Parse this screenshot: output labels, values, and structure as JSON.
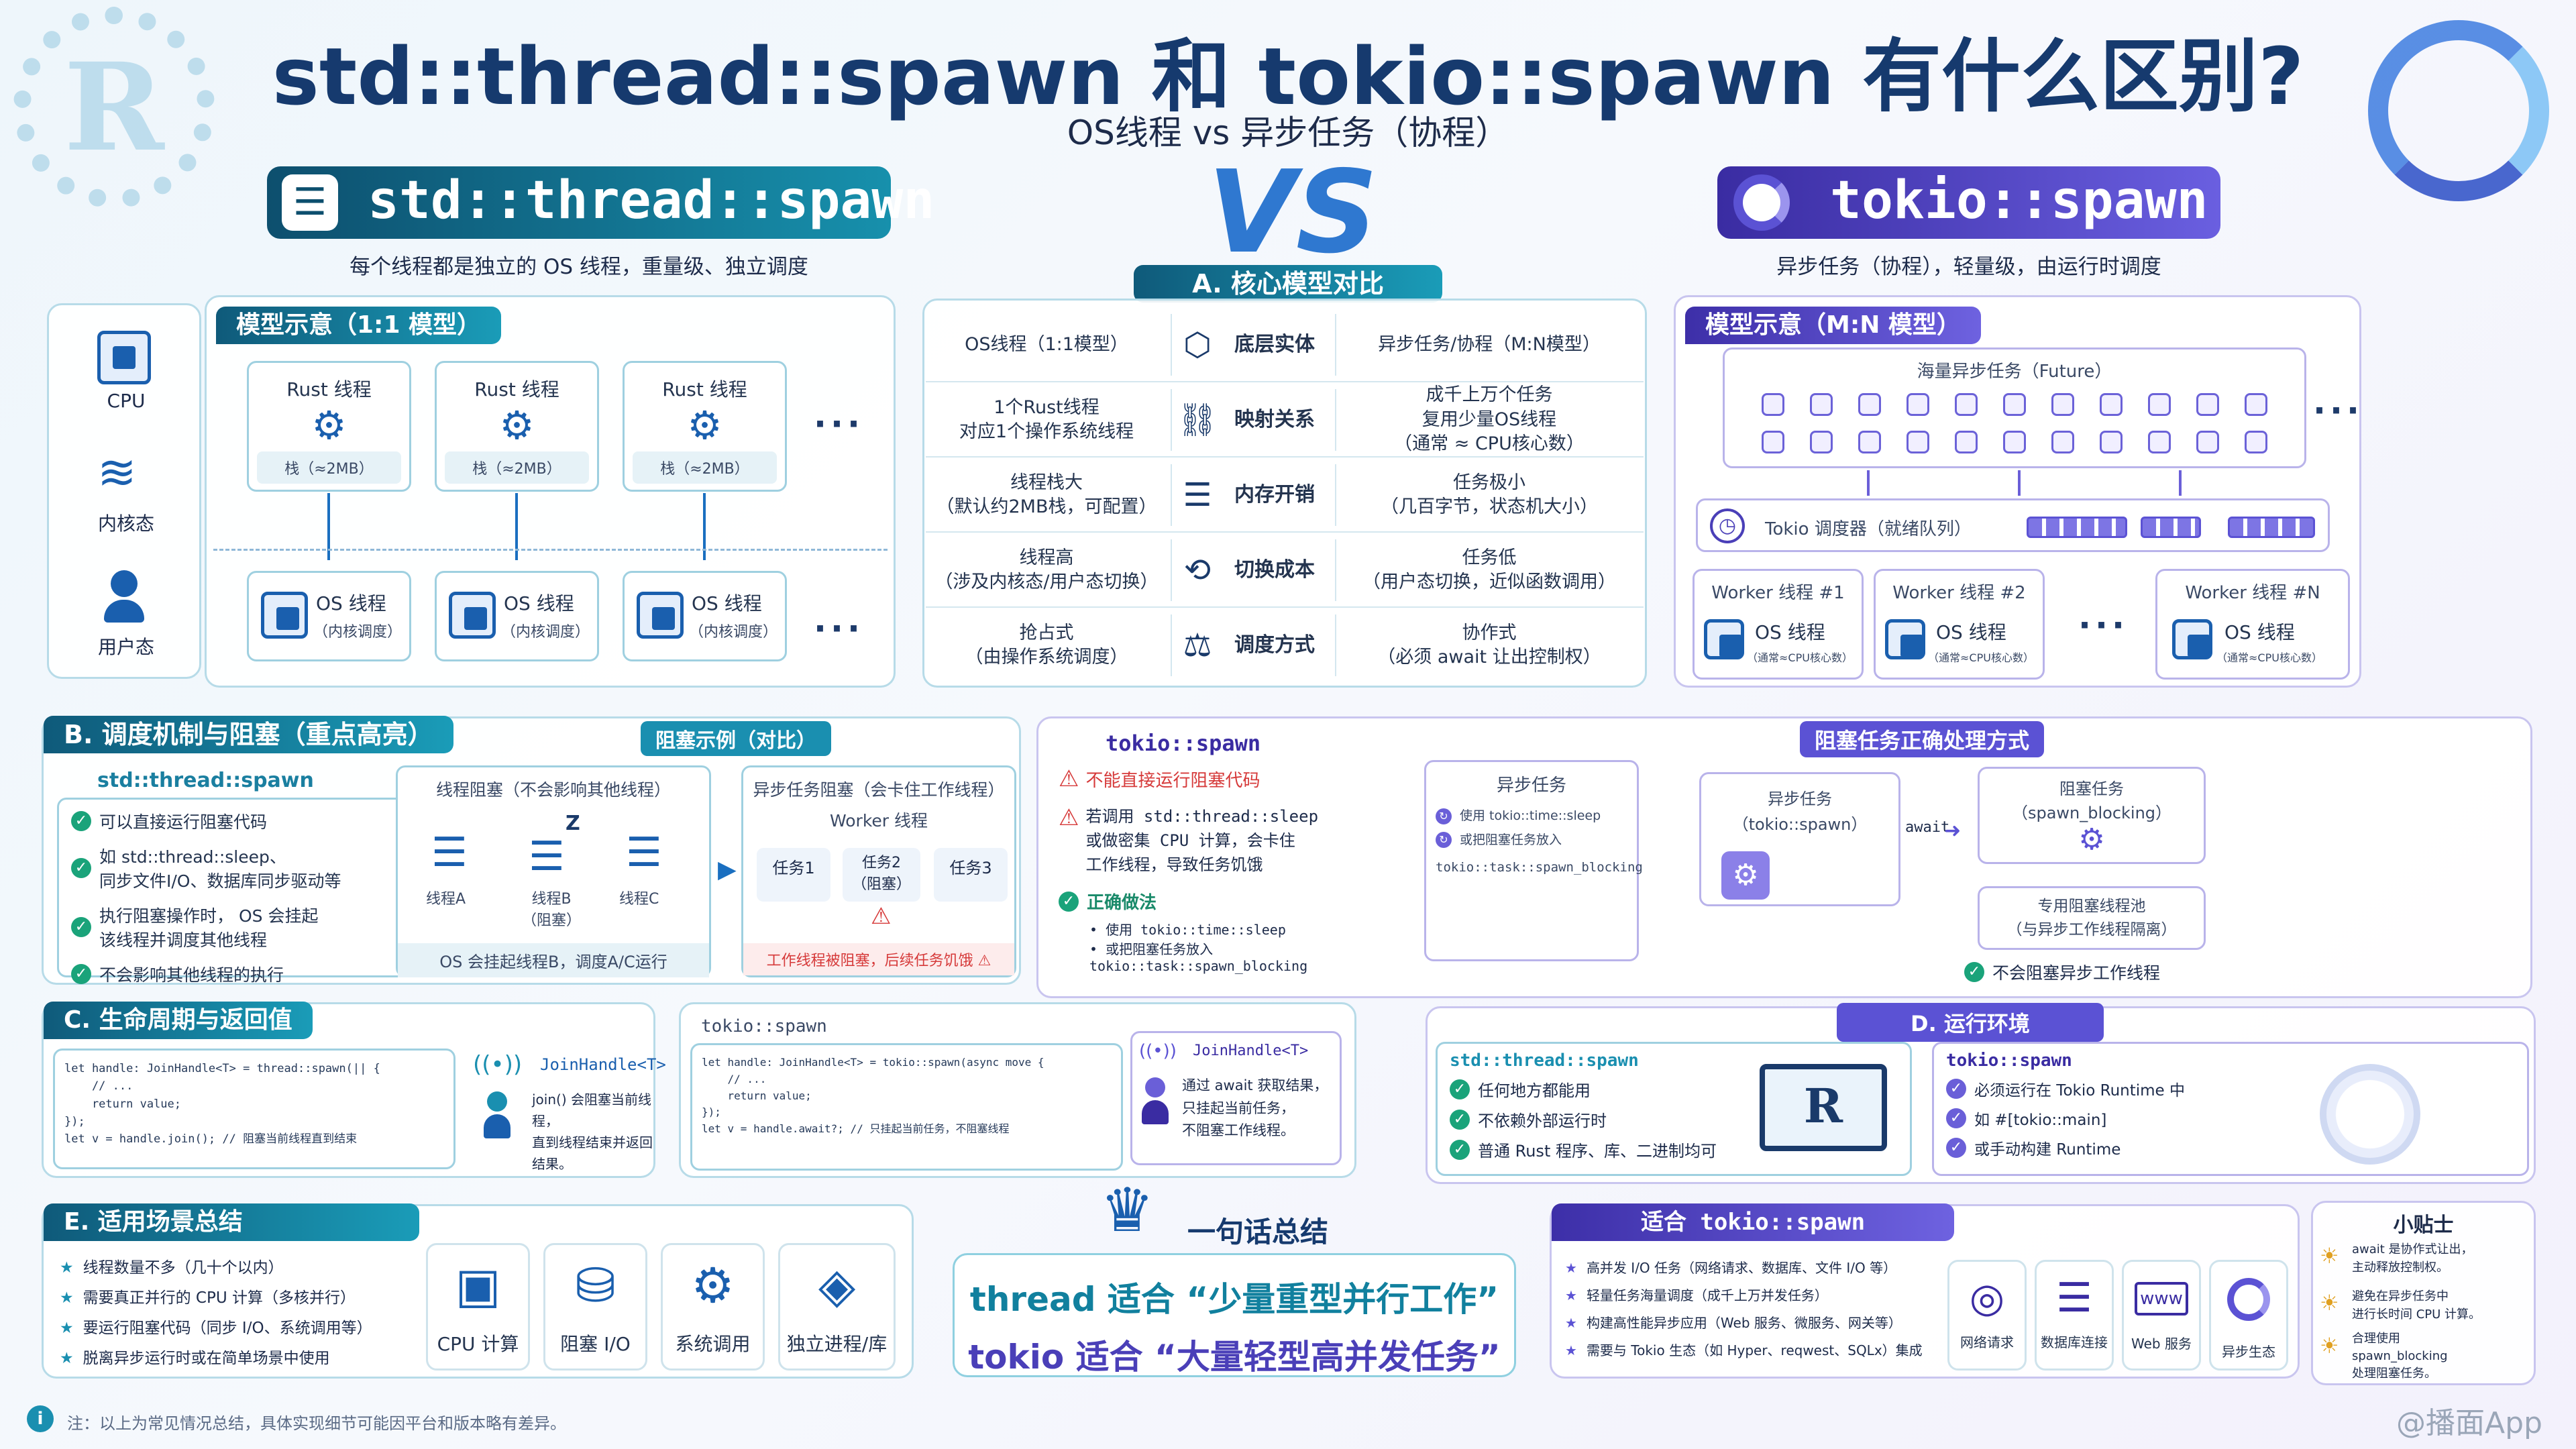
{
  "title": "std::thread::spawn 和 tokio::spawn 有什么区别?",
  "subtitle": "OS线程 vs 异步任务（协程）",
  "vs": "VS",
  "left": {
    "banner": "std::thread::spawn",
    "desc": "每个线程都是独立的 OS 线程，重量级、独立调度",
    "model_tag": "模型示意（1:1 模型）",
    "rust_thread": "Rust 线程",
    "stack": "栈（≈2MB）",
    "os_thread": "OS 线程",
    "kernel_sched": "（内核调度）",
    "ellipsis": "···"
  },
  "side_icons": {
    "cpu": "CPU",
    "kernel": "内核态",
    "user": "用户态"
  },
  "compare": {
    "tag": "A. 核心模型对比",
    "rows": [
      {
        "left": "OS线程（1:1模型）",
        "mid": "底层实体",
        "right": "异步任务/协程（M:N模型）"
      },
      {
        "left": "1个Rust线程\n对应1个操作系统线程",
        "mid": "映射关系",
        "right": "成千上万个任务\n复用少量OS线程\n（通常 ≈ CPU核心数）"
      },
      {
        "left": "线程栈大\n（默认约2MB栈，可配置）",
        "mid": "内存开销",
        "right": "任务极小\n（几百字节，状态机大小）"
      },
      {
        "left": "线程高\n（涉及内核态/用户态切换）",
        "mid": "切换成本",
        "right": "任务低\n（用户态切换，近似函数调用）"
      },
      {
        "left": "抢占式\n（由操作系统调度）",
        "mid": "调度方式",
        "right": "协作式\n（必须 await 让出控制权）"
      }
    ]
  },
  "right": {
    "banner": "tokio::spawn",
    "desc": "异步任务（协程），轻量级，由运行时调度",
    "model_tag": "模型示意（M:N 模型）",
    "futures": "海量异步任务（Future）",
    "scheduler": "Tokio 调度器（就绪队列）",
    "workers": [
      "Worker 线程 #1",
      "Worker 线程 #2",
      "Worker 线程 #N"
    ],
    "os_thread": "OS 线程",
    "core_note": "（通常≈CPU核心数）",
    "ellipsis": "···"
  },
  "sectionB": {
    "tag": "B. 调度机制与阻塞（重点高亮）",
    "demo_tag": "阻塞示例（对比）",
    "std_title": "std::thread::spawn",
    "std_items": [
      "可以直接运行阻塞代码",
      "如 std::thread::sleep、\n同步文件I/O、数据库同步驱动等",
      "执行阻塞操作时， OS 会挂起\n该线程并调度其他线程",
      "不会影响其他线程的执行"
    ],
    "thread_block_title": "线程阻塞（不会影响其他线程）",
    "thread_a": "线程A",
    "thread_b": "线程B\n（阻塞）",
    "thread_c": "线程C",
    "zzz": "Z",
    "thread_block_note": "OS 会挂起线程B，调度A/C运行",
    "async_block_title": "异步任务阻塞（会卡住工作线程）",
    "worker": "Worker 线程",
    "task1": "任务1",
    "task2": "任务2\n（阻塞）",
    "task3": "任务3",
    "async_block_note": "工作线程被阻塞，后续任务饥饿",
    "tokio_title": "tokio::spawn",
    "tokio_warn1": "不能直接运行阻塞代码",
    "tokio_warn2": "若调用 std::thread::sleep\n或做密集 CPU 计算，会卡住\n工作线程，导致任务饥饿",
    "right_way": "正确做法",
    "right_items": [
      "使用 tokio::time::sleep",
      "或把阻塞任务放入\ntokio::task::spawn_blocking"
    ],
    "async_task_box_title": "异步任务",
    "async_task_items": [
      "使用 tokio::time::sleep",
      "或把阻塞任务放入"
    ],
    "async_task_code": "tokio::task::spawn_blocking",
    "correct_tag": "阻塞任务正确处理方式",
    "async_task": "异步任务\n（tokio::spawn）",
    "await": "await",
    "blocking_task": "阻塞任务\n（spawn_blocking）",
    "dedicated": "专用阻塞线程池\n（与异步工作线程隔离）",
    "no_block": "不会阻塞异步工作线程"
  },
  "sectionC": {
    "tag": "C. 生命周期与返回值",
    "std_code": "let handle: JoinHandle<T> = thread::spawn(|| {\n    // ...\n    return value;\n});\nlet v = handle.join(); // 阻塞当前线程直到结束",
    "std_join_title": "JoinHandle<T>",
    "std_join_note": "join() 会阻塞当前线程，\n直到线程结束并返回结果。",
    "tokio_title": "tokio::spawn",
    "tokio_code": "let handle: JoinHandle<T> = tokio::spawn(async move {\n    // ...\n    return value;\n});\nlet v = handle.await?; // 只挂起当前任务，不阻塞线程",
    "tokio_join_title": "JoinHandle<T>",
    "tokio_join_note": "通过 await 获取结果，\n只挂起当前任务，\n不阻塞工作线程。"
  },
  "sectionD": {
    "tag": "D. 运行环境",
    "std_title": "std::thread::spawn",
    "std_items": [
      "任何地方都能用",
      "不依赖外部运行时",
      "普通 Rust 程序、库、二进制均可"
    ],
    "tokio_title": "tokio::spawn",
    "tokio_items": [
      "必须运行在 Tokio Runtime 中",
      "如 #[tokio::main]",
      "或手动构建 Runtime"
    ]
  },
  "sectionE": {
    "tag": "E. 适用场景总结",
    "items": [
      "线程数量不多（几十个以内）",
      "需要真正并行的 CPU 计算（多核并行）",
      "要运行阻塞代码（同步 I/O、系统调用等）",
      "脱离异步运行时或在简单场景中使用"
    ],
    "scenes": [
      "CPU 计算",
      "阻塞 I/O",
      "系统调用",
      "独立进程/库"
    ]
  },
  "summary": {
    "title": "一句话总结",
    "line1": "thread 适合 “少量重型并行工作”",
    "line2": "tokio 适合 “大量轻型高并发任务”"
  },
  "tokioFit": {
    "tag": "适合 tokio::spawn",
    "items": [
      "高并发 I/O 任务（网络请求、数据库、文件 I/O 等）",
      "轻量任务海量调度（成千上万并发任务）",
      "构建高性能异步应用（Web 服务、微服务、网关等）",
      "需要与 Tokio 生态（如 Hyper、reqwest、SQLx）集成"
    ],
    "scenes": [
      "网络请求",
      "数据库连接",
      "Web 服务",
      "异步生态"
    ],
    "www": "www"
  },
  "tips": {
    "title": "小贴士",
    "items": [
      "await 是协作式让出，\n主动释放控制权。",
      "避免在异步任务中\n进行长时间 CPU 计算。",
      "合理使用\nspawn_blocking\n处理阻塞任务。"
    ]
  },
  "footnote": "注：以上为常见情况总结，具体实现细节可能因平台和版本略有差异。",
  "watermark": "@播面App",
  "colors": {
    "teal": "#0f5a7a",
    "purple": "#3d2fa8",
    "accent": "#1a8fb0",
    "danger": "#d63a3a",
    "ok": "#1aa37a"
  }
}
